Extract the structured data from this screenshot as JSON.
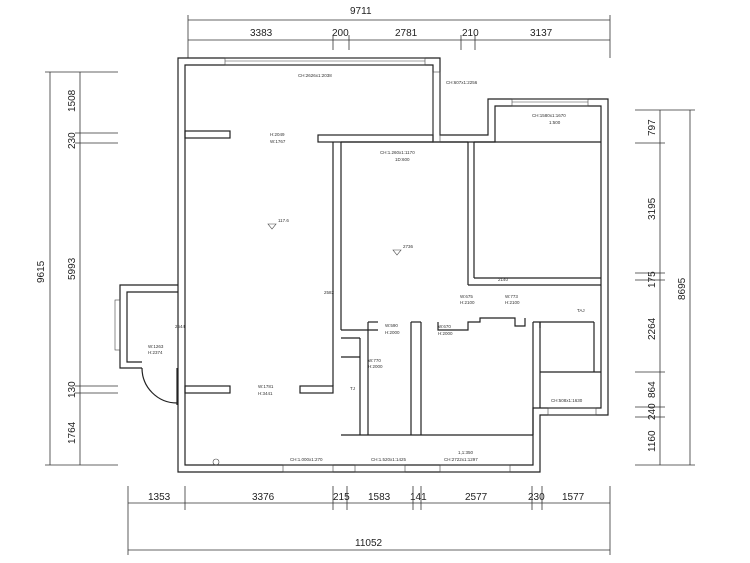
{
  "dimensions": {
    "top_total": "9711",
    "top_segments": [
      "3383",
      "200",
      "2781",
      "210",
      "3137"
    ],
    "bottom_total": "11052",
    "bottom_segments": [
      "1353",
      "3376",
      "215",
      "1583",
      "141",
      "2577",
      "230",
      "1577"
    ],
    "left_total": "9615",
    "left_segments": [
      "1508",
      "230",
      "5993",
      "130",
      "1764"
    ],
    "right_total": "8695",
    "right_segments": [
      "797",
      "3195",
      "175",
      "2264",
      "864",
      "240",
      "1160"
    ]
  },
  "room_labels": {
    "window_top": "CH:2626x1:2038",
    "window_top_right": "CH:607x1:2256",
    "living_h": "H:2049",
    "living_w": "W:1767",
    "living_level": "117.6",
    "window_mid": "CH:1.260x1:1170",
    "window_mid_2": "1D:600",
    "center_level": "2736",
    "window_right": "CH:1580x1:1670",
    "window_right_2": "1:500",
    "beam_right": "2140",
    "door_a_h": "W:675",
    "door_a_w": "H:2100",
    "door_b_h": "W:773",
    "door_b_w": "H:2100",
    "aux_label": "TAJ",
    "left_ext": "2544",
    "left_door_h": "W:1263",
    "left_door_w": "H:2374",
    "mid_beam": "2582",
    "bath_door_h": "W:590",
    "bath_door_w": "H:2000",
    "bath_door2_h": "W:770",
    "bath_door2_w": "H:2000",
    "bedroom_door_h": "W:670",
    "bedroom_door_w": "H:2000",
    "bottom_door_h": "W:1781",
    "bottom_door_w": "H:3441",
    "small_label": "TJ",
    "window_bottom_right": "CH:508x1:1630",
    "window_bottom": "CH:1.000x1:270",
    "window_bottom2": "CH:1.520x1:1425",
    "window_bottom3_a": "1,1:350",
    "window_bottom3_b": "CH:2722x1:1297"
  }
}
